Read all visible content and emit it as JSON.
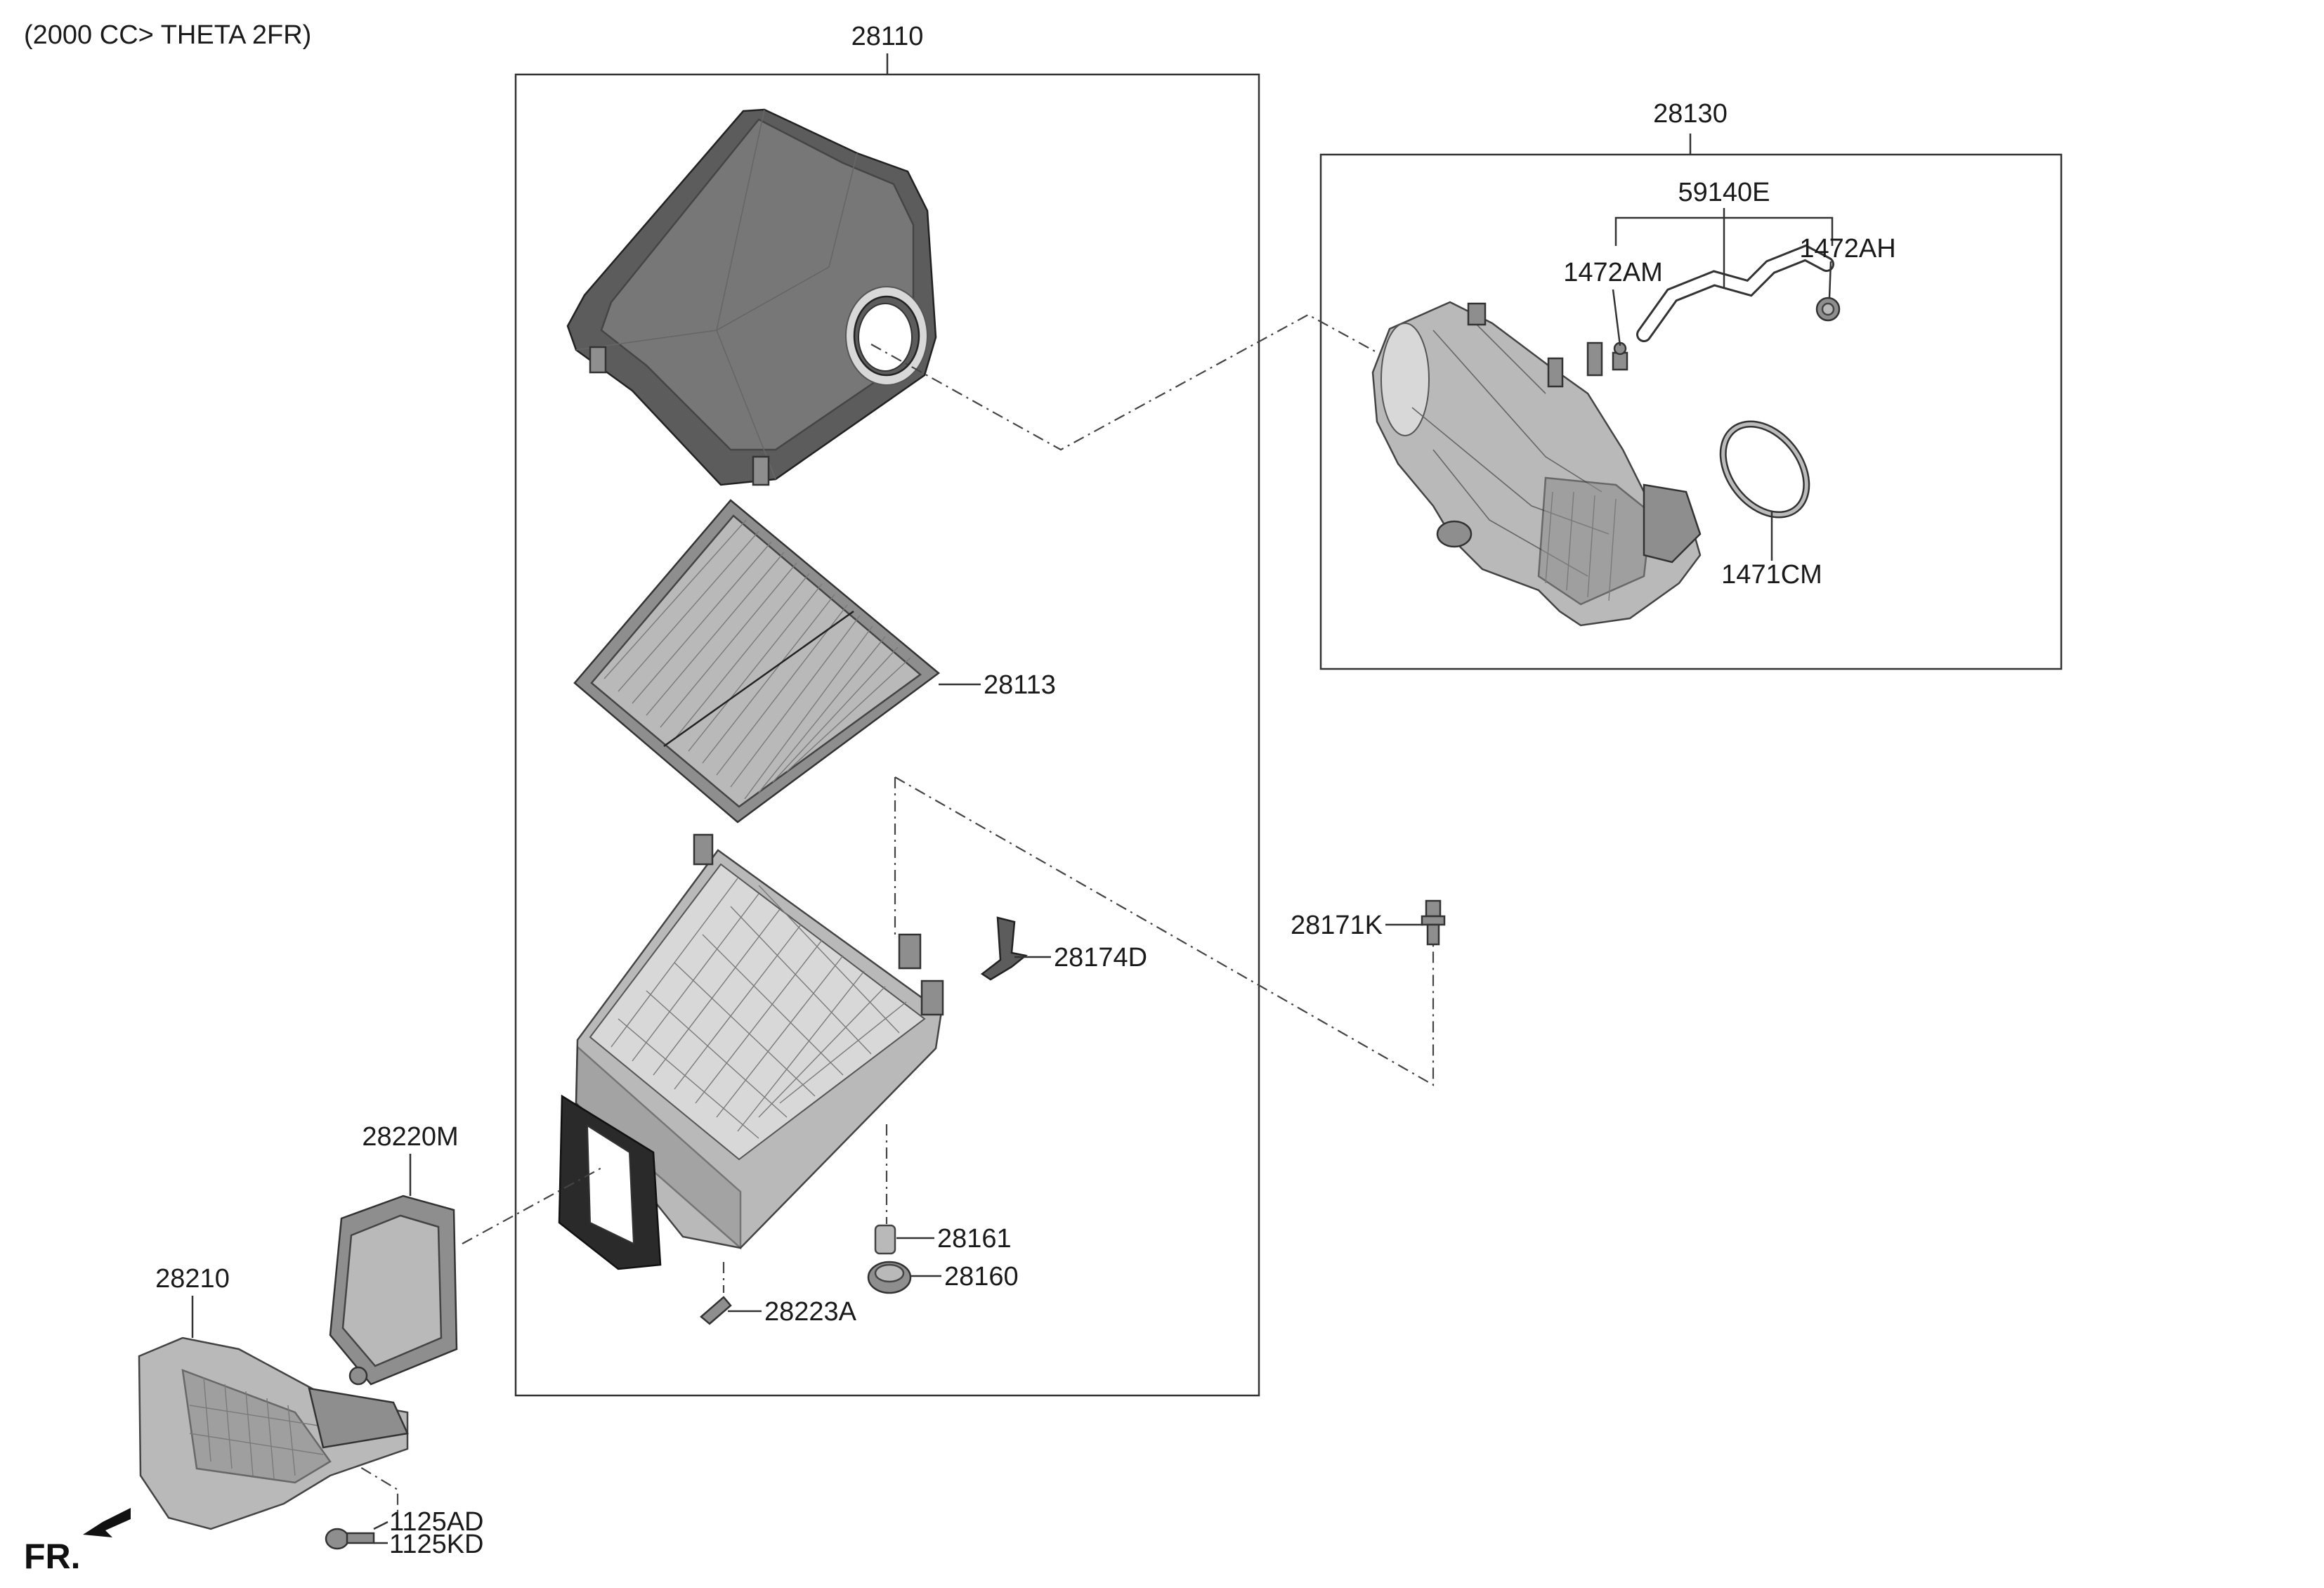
{
  "header": {
    "engine_note": "(2000 CC> THETA 2FR)"
  },
  "labels": {
    "air_cleaner_assy": "28110",
    "intake_hose_assy": "28130",
    "filter_element": "28113",
    "breather_hose": "59140E",
    "clamp_left": "1472AM",
    "clamp_right": "1472AH",
    "hose_clamp": "1471CM",
    "bolt": "28171K",
    "bracket": "28174D",
    "insulator": "28161",
    "grommet": "28160",
    "clip": "28223A",
    "duct_outer": "28220M",
    "resonator": "28210",
    "bolt_a": "1125AD",
    "bolt_b": "1125KD"
  },
  "direction": {
    "text": "FR."
  },
  "colors": {
    "line": "#333333",
    "part_dark": "#5c5c5c",
    "part_mid": "#8e8e8e",
    "part_light": "#b9b9b9"
  }
}
